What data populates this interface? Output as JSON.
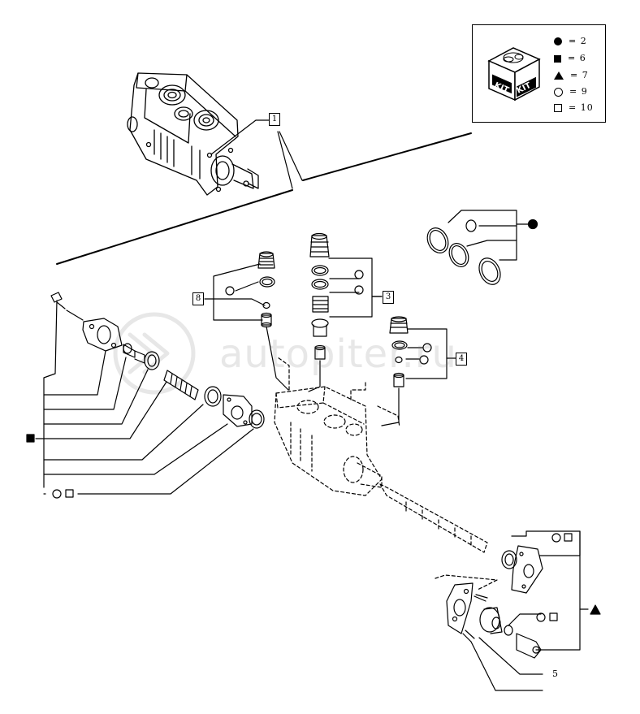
{
  "legend": {
    "kit_word": "KIT",
    "entries": [
      {
        "symbol": "filled-circle",
        "text": "= 2"
      },
      {
        "symbol": "filled-square",
        "text": "= 6"
      },
      {
        "symbol": "filled-triangle",
        "text": "= 7"
      },
      {
        "symbol": "open-circle",
        "text": "= 9"
      },
      {
        "symbol": "open-square",
        "text": "= 10"
      }
    ]
  },
  "ref_labels": {
    "top_assembly": "1",
    "left_group": "8",
    "middle_group": "3",
    "right_group": "4"
  },
  "item_labels": {
    "bottom_part": "5"
  },
  "watermark": "autopiter.ru"
}
